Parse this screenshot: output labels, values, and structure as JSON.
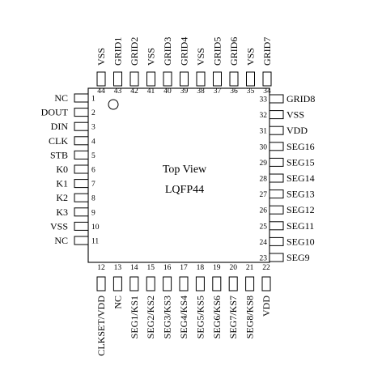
{
  "package": {
    "view_label": "Top View",
    "package_label": "LQFP44"
  },
  "pins": {
    "left": [
      {
        "num": "1",
        "name": "NC"
      },
      {
        "num": "2",
        "name": "DOUT"
      },
      {
        "num": "3",
        "name": "DIN"
      },
      {
        "num": "4",
        "name": "CLK"
      },
      {
        "num": "5",
        "name": "STB"
      },
      {
        "num": "6",
        "name": "K0"
      },
      {
        "num": "7",
        "name": "K1"
      },
      {
        "num": "8",
        "name": "K2"
      },
      {
        "num": "9",
        "name": "K3"
      },
      {
        "num": "10",
        "name": "VSS"
      },
      {
        "num": "11",
        "name": "NC"
      }
    ],
    "bottom": [
      {
        "num": "12",
        "name": "CLKSET/VDD"
      },
      {
        "num": "13",
        "name": "NC"
      },
      {
        "num": "14",
        "name": "SEG1/KS1"
      },
      {
        "num": "15",
        "name": "SEG2/KS2"
      },
      {
        "num": "16",
        "name": "SEG3/KS3"
      },
      {
        "num": "17",
        "name": "SEG4/KS4"
      },
      {
        "num": "18",
        "name": "SEG5/KS5"
      },
      {
        "num": "19",
        "name": "SEG6/KS6"
      },
      {
        "num": "20",
        "name": "SEG7/KS7"
      },
      {
        "num": "21",
        "name": "SEG8/KS8"
      },
      {
        "num": "22",
        "name": "VDD"
      }
    ],
    "right": [
      {
        "num": "23",
        "name": "SEG9"
      },
      {
        "num": "24",
        "name": "SEG10"
      },
      {
        "num": "25",
        "name": "SEG11"
      },
      {
        "num": "26",
        "name": "SEG12"
      },
      {
        "num": "27",
        "name": "SEG13"
      },
      {
        "num": "28",
        "name": "SEG14"
      },
      {
        "num": "29",
        "name": "SEG15"
      },
      {
        "num": "30",
        "name": "SEG16"
      },
      {
        "num": "31",
        "name": "VDD"
      },
      {
        "num": "32",
        "name": "VSS"
      },
      {
        "num": "33",
        "name": "GRID8"
      }
    ],
    "top": [
      {
        "num": "34",
        "name": "GRID7"
      },
      {
        "num": "35",
        "name": "VSS"
      },
      {
        "num": "36",
        "name": "GRID6"
      },
      {
        "num": "37",
        "name": "GRID5"
      },
      {
        "num": "38",
        "name": "VSS"
      },
      {
        "num": "39",
        "name": "GRID4"
      },
      {
        "num": "40",
        "name": "GRID3"
      },
      {
        "num": "41",
        "name": "VSS"
      },
      {
        "num": "42",
        "name": "GRID2"
      },
      {
        "num": "43",
        "name": "GRID1"
      },
      {
        "num": "44",
        "name": "VSS"
      }
    ]
  }
}
